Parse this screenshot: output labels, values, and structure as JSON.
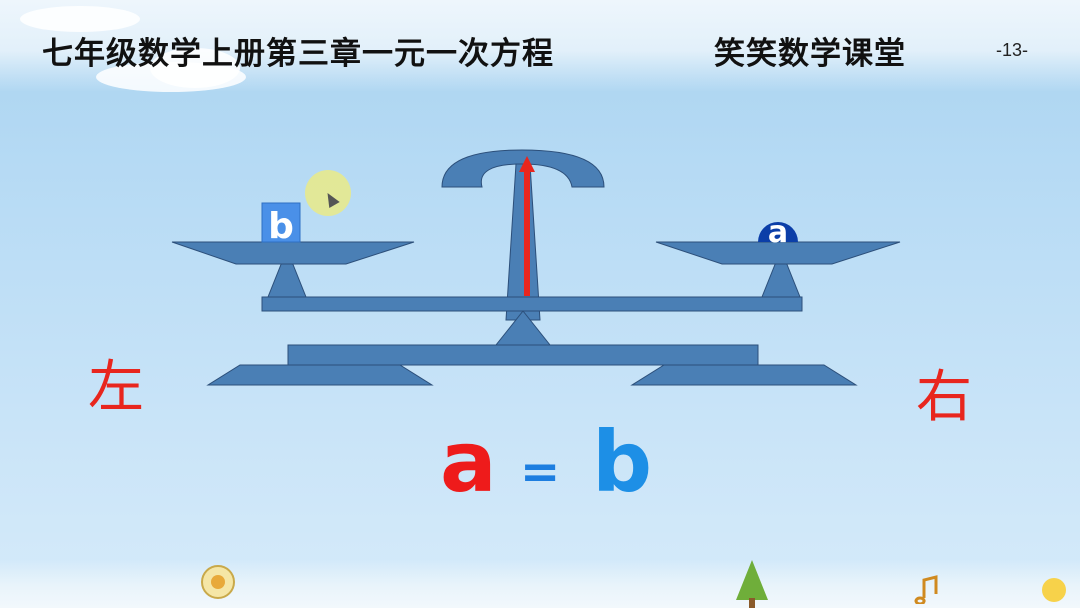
{
  "header": {
    "title": "七年级数学上册第三章一元一次方程",
    "brand": "笑笑数学课堂",
    "page_number": "-13-"
  },
  "balance": {
    "left_pan_letter": "b",
    "right_pan_letter": "a"
  },
  "labels": {
    "left": "左",
    "right": "右"
  },
  "equation": {
    "lhs": "a",
    "op": "=",
    "rhs": "b"
  },
  "colors": {
    "balance_fill": "#4a7fb5",
    "balance_stroke": "#2c4f7a",
    "pointer": "#e8261e",
    "label_red": "#e8261e",
    "equation_a": "#ee1b1b",
    "equation_b": "#1d8fe6"
  }
}
